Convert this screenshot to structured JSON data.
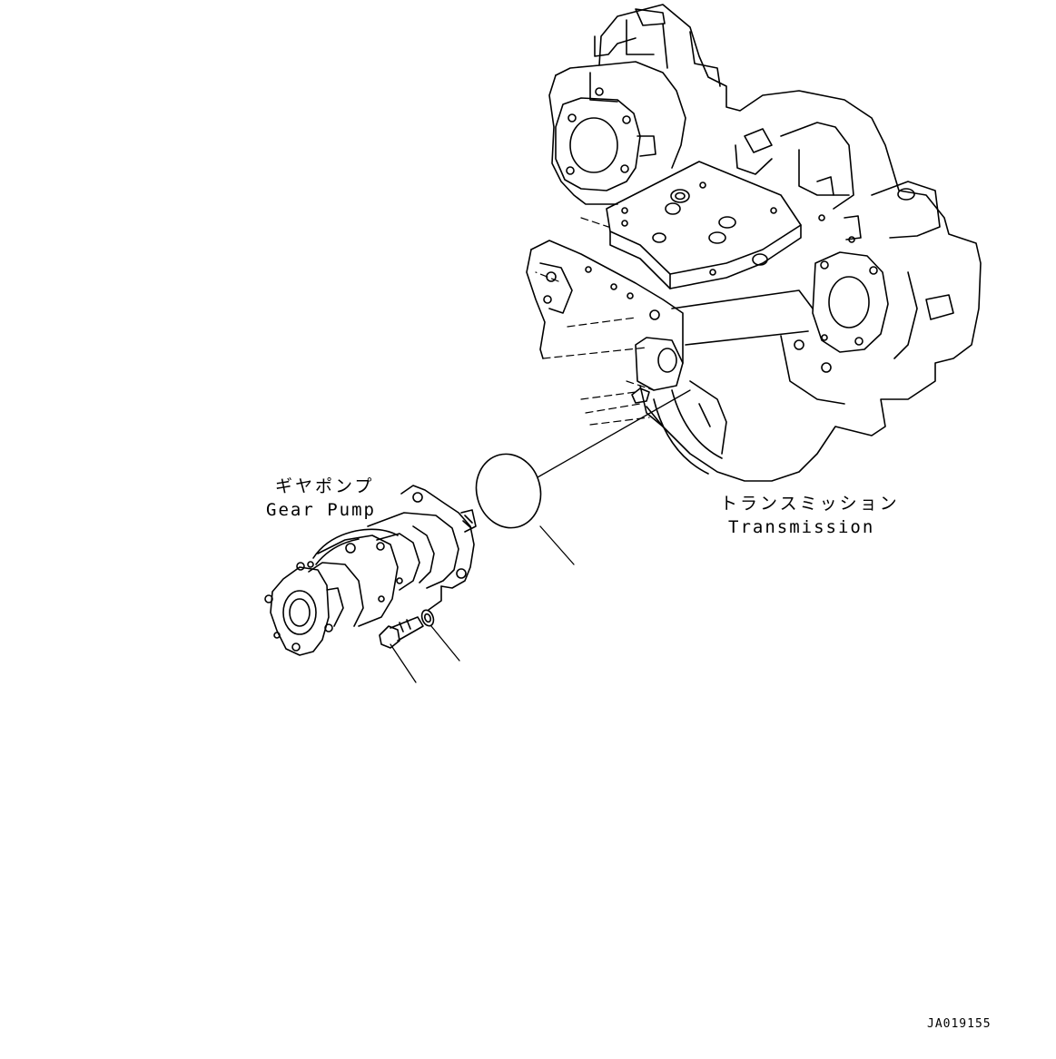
{
  "labels": {
    "gear_pump_jp": "ギヤポンプ",
    "gear_pump_en": "Gear Pump",
    "transmission_jp": "トランスミッション",
    "transmission_en": "Transmission"
  },
  "figure_number": "JA019155",
  "colors": {
    "line": "#000000",
    "background": "#ffffff"
  }
}
